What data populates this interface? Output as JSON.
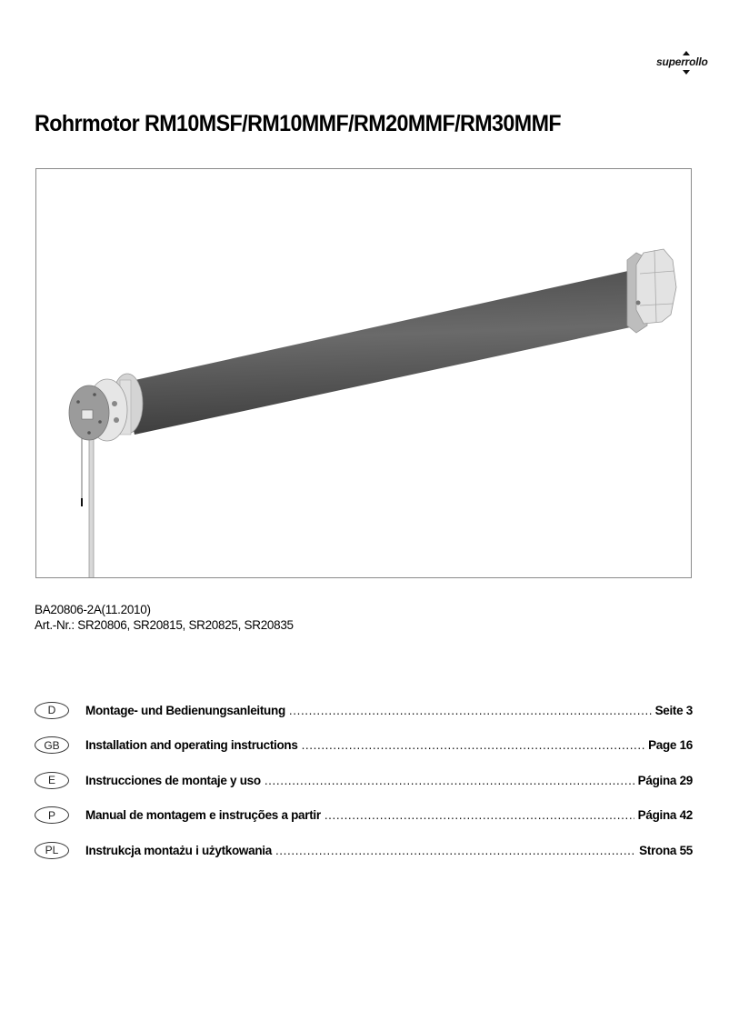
{
  "header": {
    "logo_text": "superrollo"
  },
  "document": {
    "title": "Rohrmotor RM10MSF/RM10MMF/RM20MMF/RM30MMF",
    "doc_number": "BA20806-2A(11.2010)",
    "article_numbers": "Art.-Nr.: SR20806, SR20815, SR20825, SR20835"
  },
  "figure": {
    "description": "tubular-motor-illustration",
    "tube_color": "#5a5a5a",
    "cap_color": "#d9d9d9"
  },
  "toc": {
    "entries": [
      {
        "lang": "D",
        "label": "Montage- und Bedienungsanleitung",
        "page": "Seite 3"
      },
      {
        "lang": "GB",
        "label": "Installation and operating instructions",
        "page": "Page 16"
      },
      {
        "lang": "E",
        "label": "Instrucciones de montaje y uso",
        "page": "Página 29"
      },
      {
        "lang": "P",
        "label": "Manual de montagem e instruções a partir",
        "page": "Página 42"
      },
      {
        "lang": "PL",
        "label": "Instrukcja montażu i użytkowania",
        "page": "Strona 55"
      }
    ]
  }
}
